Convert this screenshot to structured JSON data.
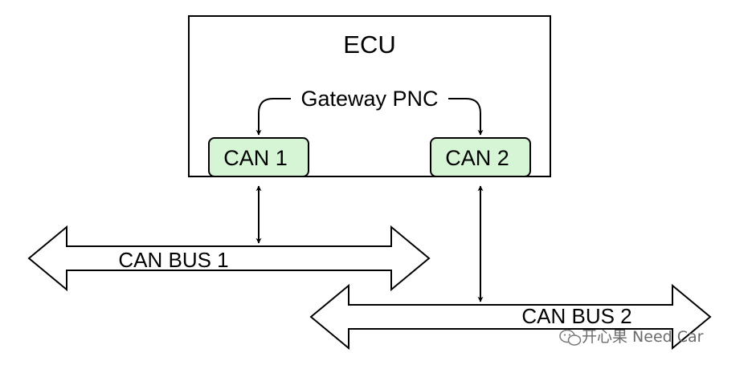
{
  "ecu": {
    "title": "ECU"
  },
  "gateway": {
    "label": "Gateway PNC"
  },
  "controllers": [
    {
      "label": "CAN 1",
      "fill": "#d5f5d5"
    },
    {
      "label": "CAN 2",
      "fill": "#d5f5d5"
    }
  ],
  "buses": [
    {
      "label": "CAN BUS 1"
    },
    {
      "label": "CAN BUS 2"
    }
  ],
  "watermark": {
    "text": "开心果 Need Car",
    "icon": "wechat-icon"
  }
}
